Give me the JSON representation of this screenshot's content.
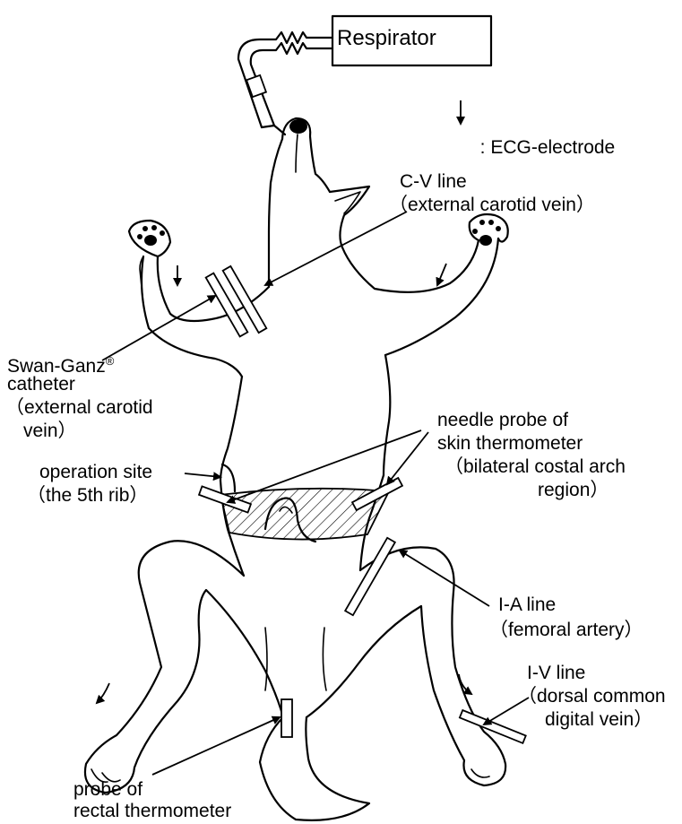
{
  "respirator": "Respirator",
  "ecg_legend": {
    "symbol": "↓",
    "text": ": ECG-electrode"
  },
  "labels": {
    "cv_line": "C-V line",
    "cv_line_sub": "（external carotid vein）",
    "swan_ganz": "Swan-Ganz",
    "swan_ganz_mark": "®",
    "swan_ganz_2": "catheter",
    "swan_ganz_3": "（external carotid",
    "swan_ganz_4": "vein）",
    "needle_1": "needle probe of",
    "needle_2": "skin thermometer",
    "needle_3": "（bilateral costal arch",
    "needle_4": "region）",
    "op_1": "operation site",
    "op_2": "（the 5th rib）",
    "ia_1": "I-A line",
    "ia_2": "（femoral artery）",
    "iv_1": "I-V line",
    "iv_2": "（dorsal common",
    "iv_3": "digital vein）",
    "rectal_1": "probe of",
    "rectal_2": "rectal thermometer"
  }
}
